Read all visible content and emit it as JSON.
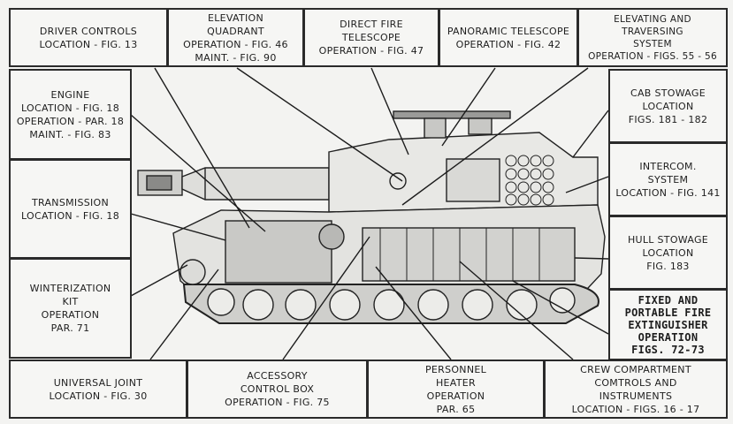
{
  "callouts": {
    "driver_controls": [
      "DRIVER CONTROLS",
      "LOCATION - FIG. 13"
    ],
    "elevation_quadrant": [
      "ELEVATION",
      "QUADRANT",
      "OPERATION - FIG. 46",
      "MAINT. - FIG. 90"
    ],
    "direct_fire_telescope": [
      "DIRECT FIRE",
      "TELESCOPE",
      "OPERATION - FIG. 47"
    ],
    "panoramic_telescope": [
      "PANORAMIC TELESCOPE",
      "OPERATION - FIG. 42"
    ],
    "elevating_traversing": [
      "ELEVATING AND",
      "TRAVERSING",
      "SYSTEM",
      "OPERATION - FIGS. 55 - 56"
    ],
    "engine": [
      "ENGINE",
      "LOCATION - FIG. 18",
      "OPERATION - PAR. 18",
      "MAINT. - FIG. 83"
    ],
    "cab_stowage": [
      "CAB STOWAGE",
      "LOCATION",
      "FIGS. 181 - 182"
    ],
    "transmission": [
      "TRANSMISSION",
      "LOCATION - FIG. 18"
    ],
    "intercom": [
      "INTERCOM.",
      "SYSTEM",
      "LOCATION - FIG. 141"
    ],
    "hull_stowage": [
      "HULL STOWAGE",
      "LOCATION",
      "FIG. 183"
    ],
    "winterization": [
      "WINTERIZATION",
      "KIT",
      "OPERATION",
      "PAR. 71"
    ],
    "fire_extinguisher": [
      "FIXED AND",
      "PORTABLE FIRE",
      "EXTINGUISHER",
      "OPERATION",
      "FIGS. 72-73"
    ],
    "universal_joint": [
      "UNIVERSAL JOINT",
      "LOCATION - FIG. 30"
    ],
    "accessory_control_box": [
      "ACCESSORY",
      "CONTROL BOX",
      "OPERATION - FIG. 75"
    ],
    "personnel_heater": [
      "PERSONNEL",
      "HEATER",
      "OPERATION",
      "PAR. 65"
    ],
    "crew_compartment": [
      "CREW COMPARTMENT",
      "COMTROLS AND",
      "INSTRUMENTS",
      "LOCATION - FIGS. 16 - 17"
    ]
  }
}
